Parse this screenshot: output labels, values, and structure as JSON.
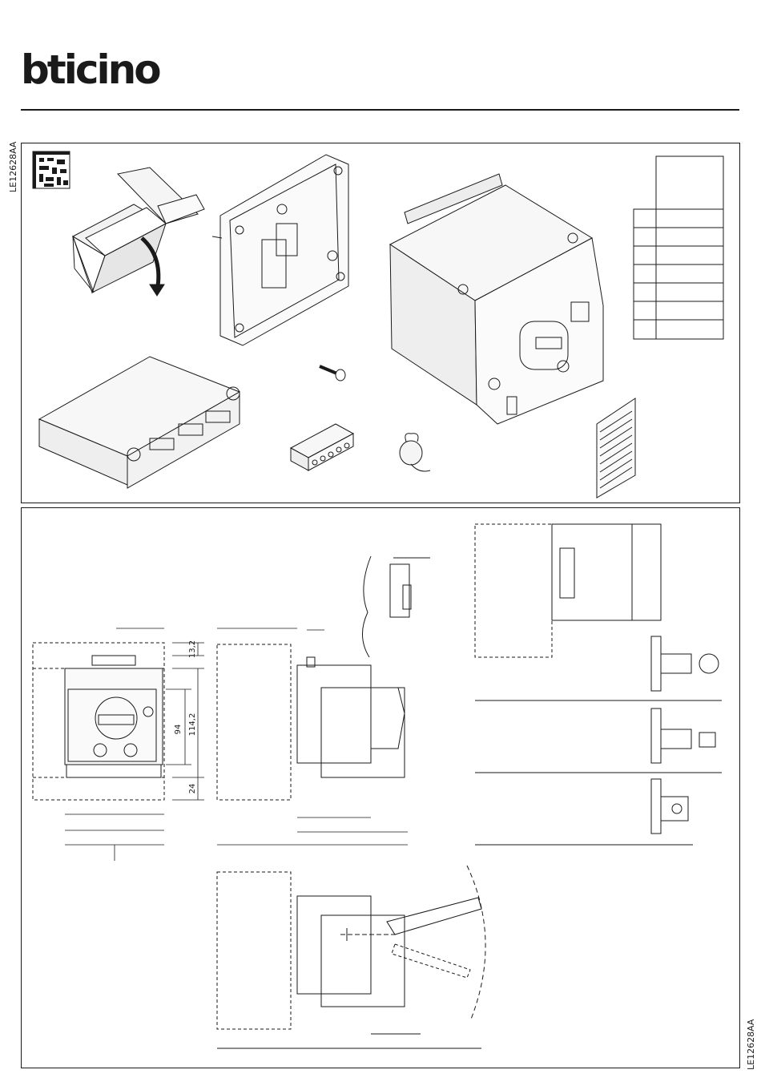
{
  "header": {
    "brand": "bticino",
    "document_code": "LE12628AA"
  },
  "contents_table": {
    "rows": 7
  },
  "dimensions": {
    "d1": "13,2",
    "d2": "94",
    "d3": "114,2",
    "d4": "24"
  },
  "colors": {
    "line": "#1a1a1a",
    "panel_bg": "#ffffff"
  }
}
